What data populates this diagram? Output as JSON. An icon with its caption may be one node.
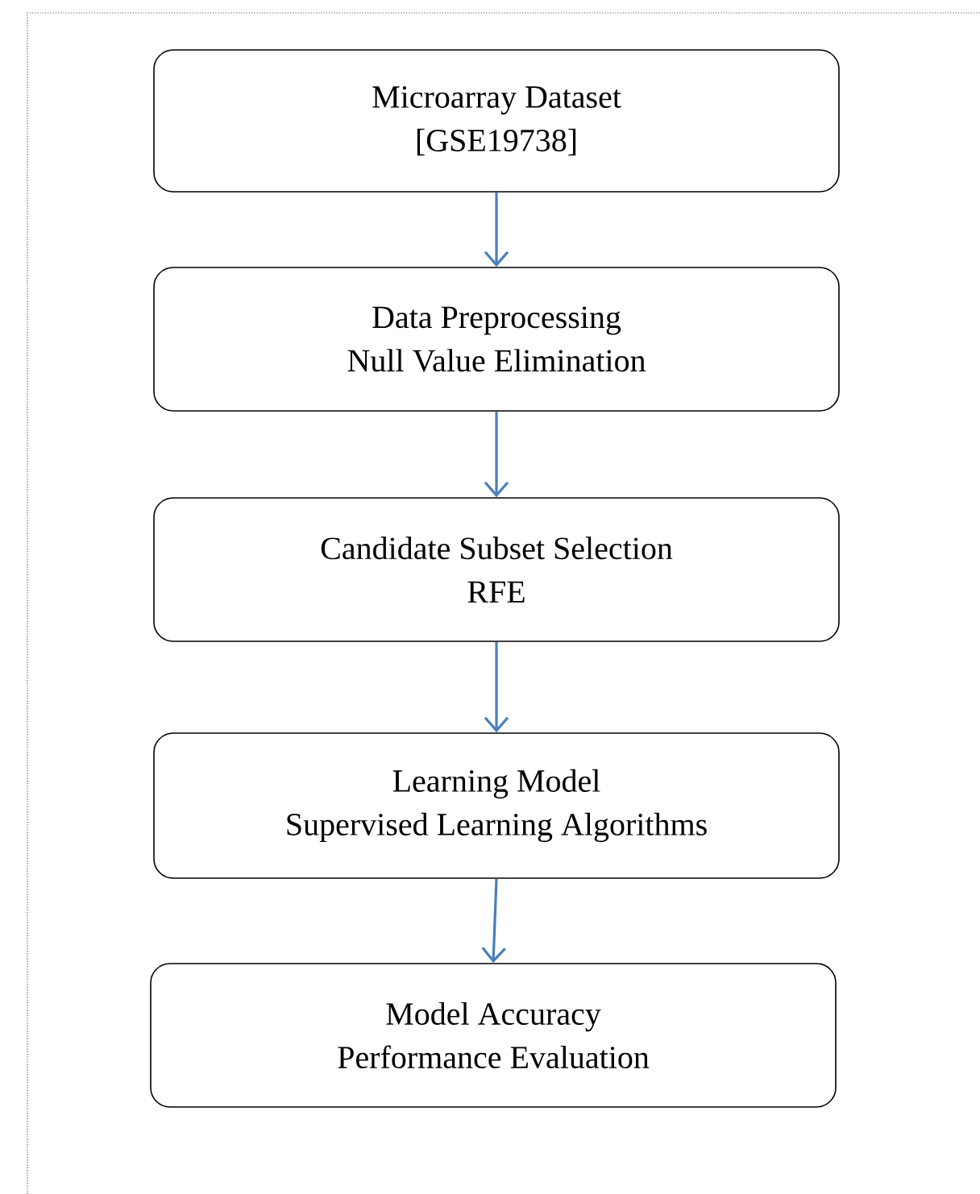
{
  "diagram": {
    "nodes": [
      {
        "text": [
          "Microarray Dataset",
          "[GSE19738]"
        ]
      },
      {
        "text": [
          "Data Preprocessing",
          "Null Value Elimination"
        ]
      },
      {
        "text": [
          "Candidate Subset Selection",
          "RFE"
        ]
      },
      {
        "text": [
          "Learning Model",
          "Supervised Learning Algorithms"
        ]
      },
      {
        "text": [
          "Model Accuracy",
          "Performance Evaluation"
        ]
      }
    ],
    "edges": [
      {
        "from": 0,
        "to": 1,
        "arrow": "to"
      },
      {
        "from": 1,
        "to": 2,
        "arrow": "to"
      },
      {
        "from": 2,
        "to": 3,
        "arrow": "to"
      },
      {
        "from": 3,
        "to": 4,
        "arrow": "to"
      }
    ]
  }
}
